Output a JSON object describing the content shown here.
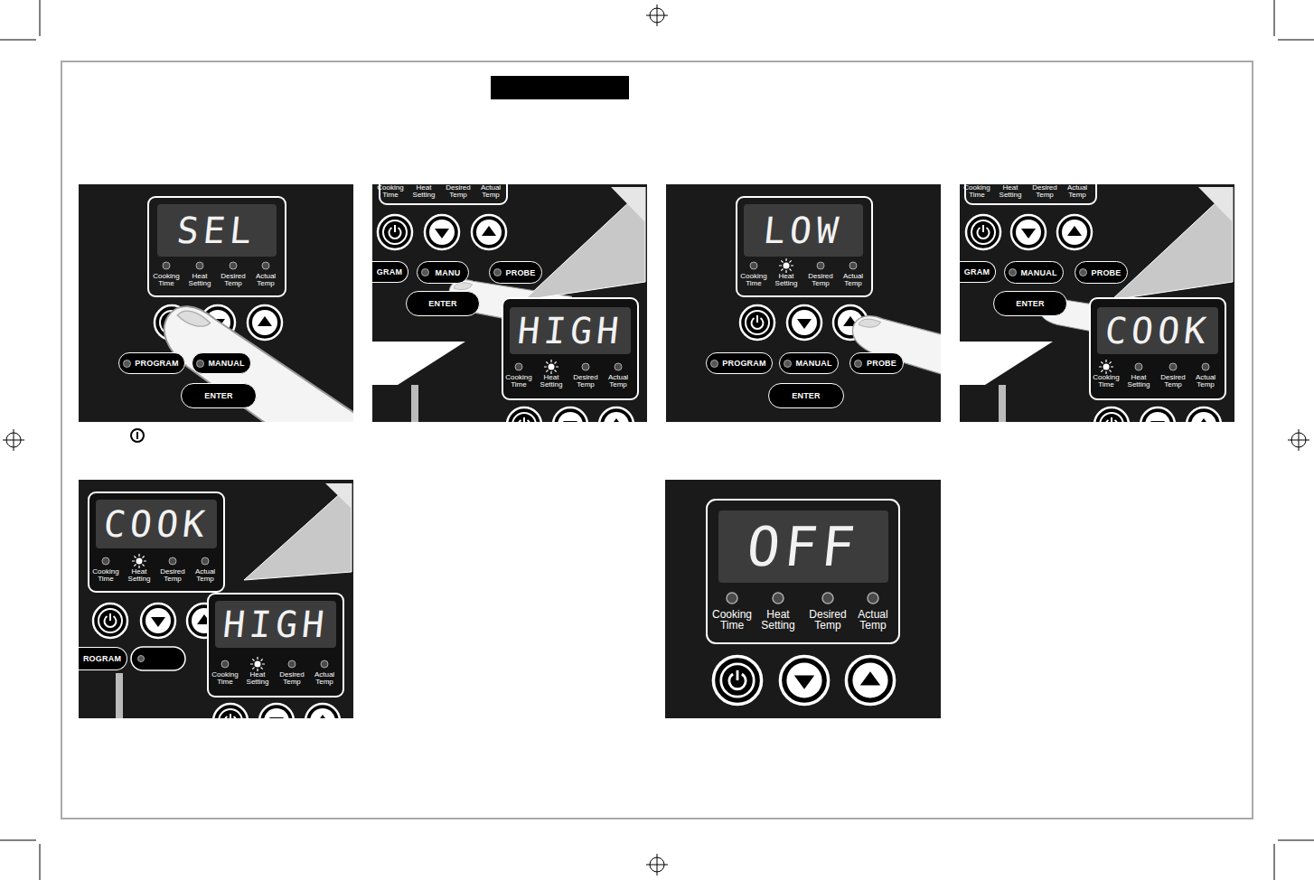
{
  "diagram": {
    "nodes": [
      {
        "text": [
          "SEL"
        ]
      },
      {
        "text": [
          "PROGRAM"
        ]
      },
      {
        "text": [
          "MANUAL"
        ]
      },
      {
        "text": [
          "ENTER"
        ]
      },
      {
        "text": [
          "GRAM"
        ]
      },
      {
        "text": [
          "MANU"
        ]
      },
      {
        "text": [
          "PROBE"
        ]
      },
      {
        "text": [
          "ENTER"
        ]
      },
      {
        "text": [
          "HIGH"
        ]
      },
      {
        "text": [
          "LOW"
        ]
      },
      {
        "text": [
          "PROGRAM"
        ]
      },
      {
        "text": [
          "MANUAL"
        ]
      },
      {
        "text": [
          "PROBE"
        ]
      },
      {
        "text": [
          "ENTER"
        ]
      },
      {
        "text": [
          "GRAM"
        ]
      },
      {
        "text": [
          "MANUAL"
        ]
      },
      {
        "text": [
          "PROBE"
        ]
      },
      {
        "text": [
          "ENTER"
        ]
      },
      {
        "text": [
          "COOK"
        ]
      },
      {
        "text": [
          "COOK"
        ]
      },
      {
        "text": [
          "ROGRAM"
        ]
      },
      {
        "text": [
          "HIGH"
        ]
      },
      {
        "text": [
          "OFF"
        ]
      }
    ],
    "labels": [
      "Cooking Time",
      "Heat Setting",
      "Desired Temp",
      "Actual Temp",
      "Cooking Time",
      "Heat Setting",
      "Desired Temp",
      "Actual Temp",
      "Cooking Time",
      "Heat Setting",
      "Desired Temp",
      "Actual Temp",
      "Cooking Time",
      "Heat Setting",
      "Desired Temp",
      "Actual Temp",
      "Cooking Time",
      "Heat Setting",
      "Desired Temp",
      "Actual Temp",
      "Cooking Time",
      "Heat Setting",
      "Desired Temp",
      "Actual Temp",
      "Cooking Time",
      "Heat Setting",
      "Desired Temp",
      "Actual Temp",
      "Cooking Time",
      "Heat Setting",
      "Desired Temp",
      "Actual Temp",
      "Cooking Time",
      "Heat Setting",
      "Desired Temp",
      "Actual Temp"
    ]
  }
}
